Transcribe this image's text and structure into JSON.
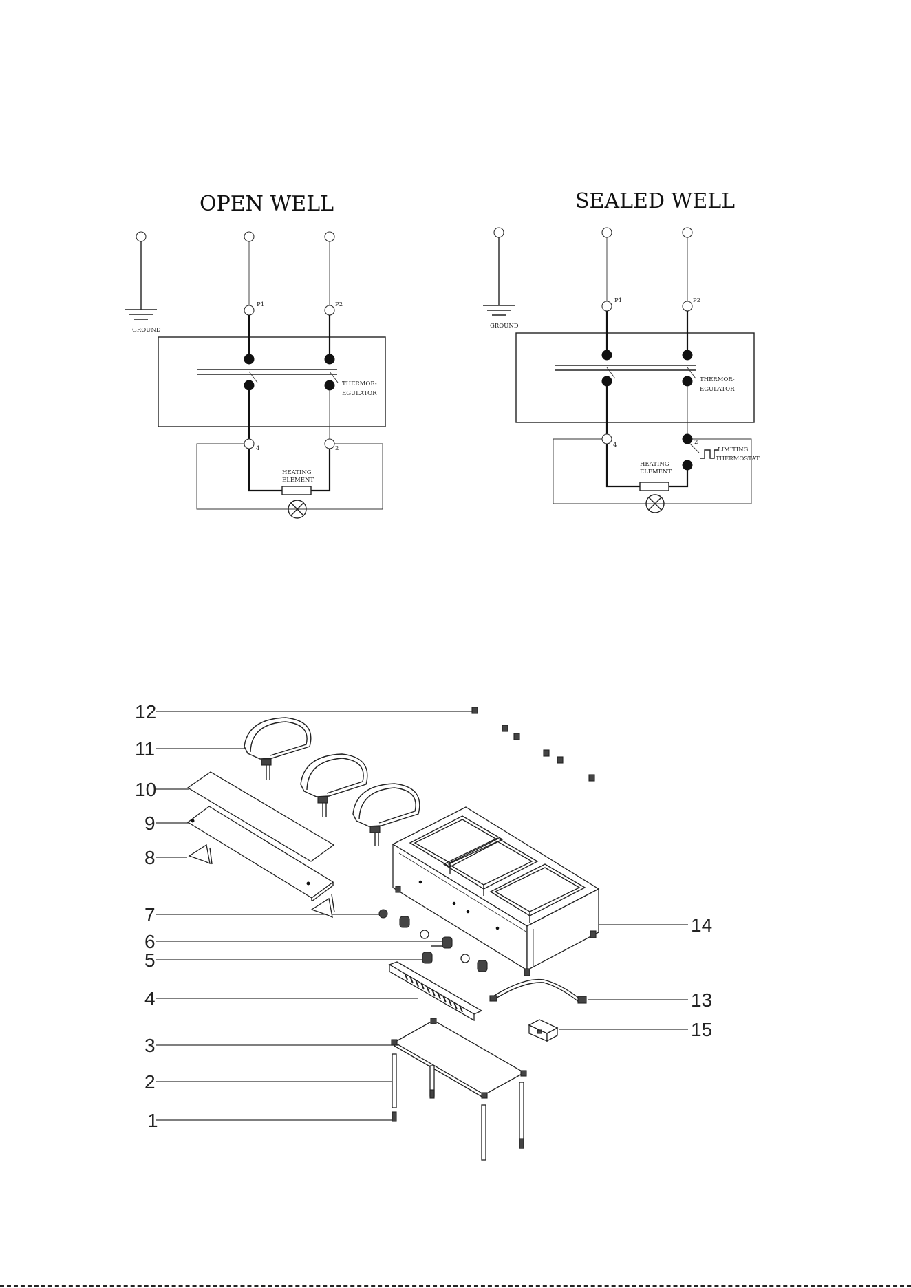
{
  "wiring": {
    "open_well": {
      "title": "OPEN WELL",
      "ground": "GROUND",
      "p1": "P1",
      "p2": "P2",
      "thermo_1": "THERMOR-",
      "thermo_2": "EGULATOR",
      "terminal_4": "4",
      "terminal_2": "2",
      "heating_1": "HEATING",
      "heating_2": "ELEMENT"
    },
    "sealed_well": {
      "title": "SEALED WELL",
      "ground": "GROUND",
      "p1": "P1",
      "p2": "P2",
      "thermo_1": "THERMOR-",
      "thermo_2": "EGULATOR",
      "terminal_4": "4",
      "terminal_2": "2",
      "heating_1": "HEATING",
      "heating_2": "ELEMENT",
      "limiting_1": "LIMITING",
      "limiting_2": "THERMOSTAT"
    }
  },
  "exploded_view": {
    "part_numbers": [
      "12",
      "11",
      "10",
      "9",
      "8",
      "7",
      "6",
      "5",
      "4",
      "3",
      "2",
      "1",
      "14",
      "13",
      "15"
    ]
  }
}
